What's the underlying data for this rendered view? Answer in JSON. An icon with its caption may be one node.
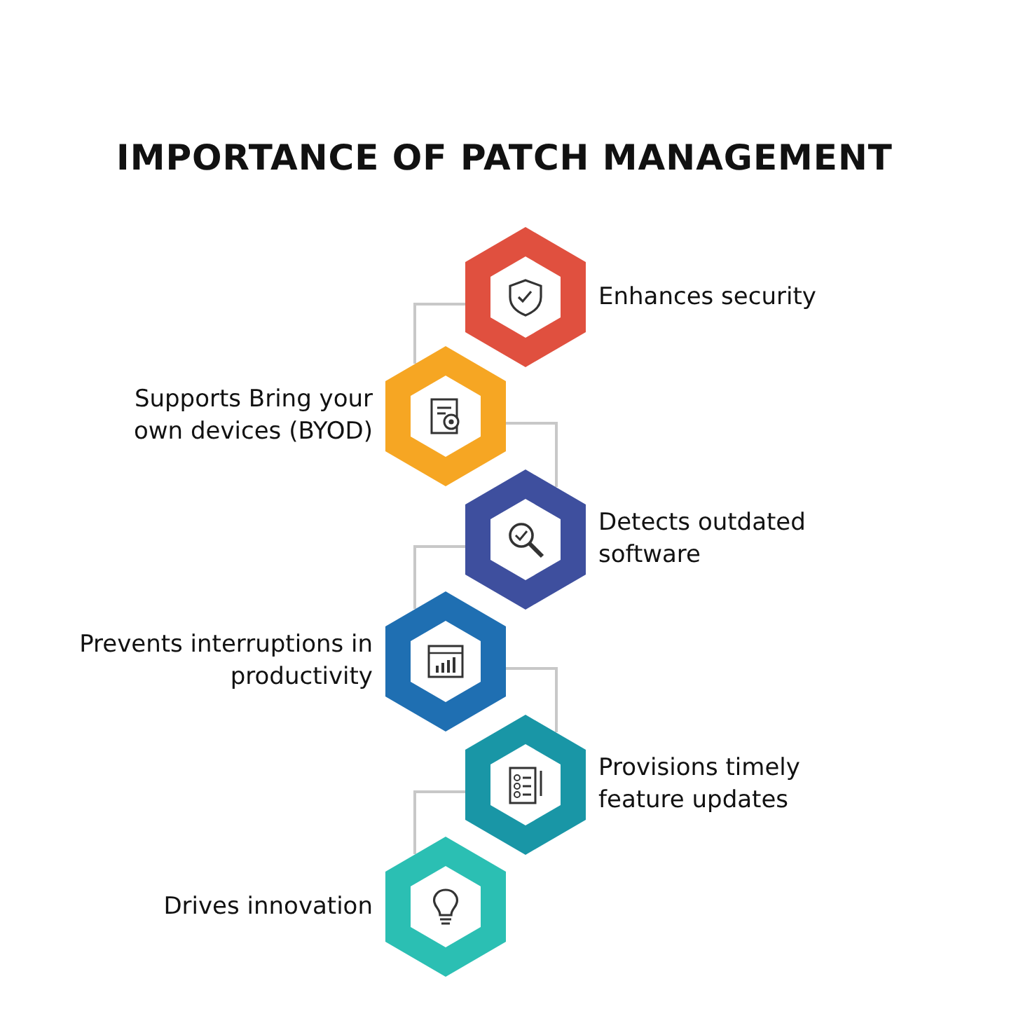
{
  "diagram": {
    "title": "IMPORTANCE OF PATCH MANAGEMENT",
    "nodes": [
      {
        "text": [],
        "shape": "hexagon",
        "beside": [
          "Enhances security"
        ]
      },
      {
        "text": [],
        "shape": "hexagon",
        "beside": [
          "Supports Bring your own devices (BYOD)"
        ]
      },
      {
        "text": [],
        "shape": "hexagon",
        "beside": [
          "Detects outdated software"
        ]
      },
      {
        "text": [],
        "shape": "hexagon",
        "beside": [
          "Prevents interruptions in productivity"
        ]
      },
      {
        "text": [],
        "shape": "hexagon",
        "beside": [
          "Provisions timely feature updates"
        ]
      },
      {
        "text": [],
        "shape": "hexagon",
        "beside": [
          "Drives innovation"
        ]
      }
    ],
    "edges": [
      {
        "from": 0,
        "to": 1,
        "arrow": "none"
      },
      {
        "from": 1,
        "to": 2,
        "arrow": "none"
      },
      {
        "from": 2,
        "to": 3,
        "arrow": "none"
      },
      {
        "from": 3,
        "to": 4,
        "arrow": "none"
      },
      {
        "from": 4,
        "to": 5,
        "arrow": "none"
      }
    ]
  }
}
